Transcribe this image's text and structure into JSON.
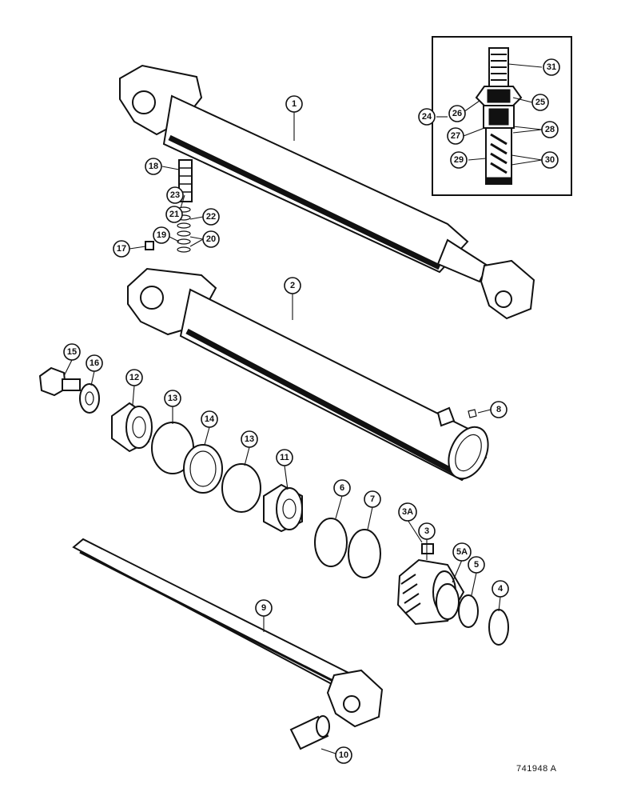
{
  "figure_code": "741948 A",
  "callouts": [
    {
      "id": "c1",
      "label": "1"
    },
    {
      "id": "c2",
      "label": "2"
    },
    {
      "id": "c3",
      "label": "3"
    },
    {
      "id": "c3a",
      "label": "3A"
    },
    {
      "id": "c4",
      "label": "4"
    },
    {
      "id": "c5",
      "label": "5"
    },
    {
      "id": "c5a",
      "label": "5A"
    },
    {
      "id": "c6",
      "label": "6"
    },
    {
      "id": "c7",
      "label": "7"
    },
    {
      "id": "c8",
      "label": "8"
    },
    {
      "id": "c9",
      "label": "9"
    },
    {
      "id": "c10",
      "label": "10"
    },
    {
      "id": "c11",
      "label": "11"
    },
    {
      "id": "c12",
      "label": "12"
    },
    {
      "id": "c13a",
      "label": "13"
    },
    {
      "id": "c13b",
      "label": "13"
    },
    {
      "id": "c14",
      "label": "14"
    },
    {
      "id": "c15",
      "label": "15"
    },
    {
      "id": "c16",
      "label": "16"
    },
    {
      "id": "c17",
      "label": "17"
    },
    {
      "id": "c18",
      "label": "18"
    },
    {
      "id": "c19",
      "label": "19"
    },
    {
      "id": "c20",
      "label": "20"
    },
    {
      "id": "c21",
      "label": "21"
    },
    {
      "id": "c22",
      "label": "22"
    },
    {
      "id": "c23",
      "label": "23"
    },
    {
      "id": "c24",
      "label": "24"
    },
    {
      "id": "c25",
      "label": "25"
    },
    {
      "id": "c26",
      "label": "26"
    },
    {
      "id": "c27",
      "label": "27"
    },
    {
      "id": "c28",
      "label": "28"
    },
    {
      "id": "c29",
      "label": "29"
    },
    {
      "id": "c30",
      "label": "30"
    },
    {
      "id": "c31",
      "label": "31"
    }
  ]
}
